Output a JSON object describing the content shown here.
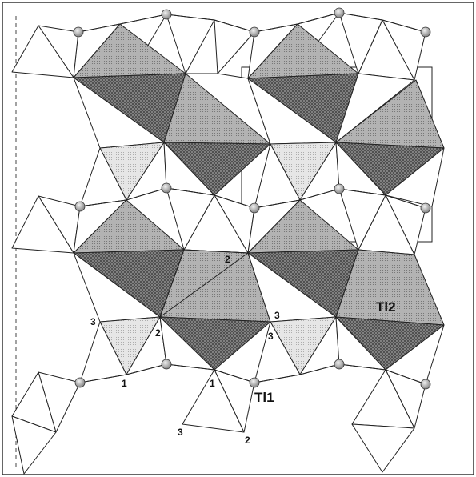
{
  "figure": {
    "labels": {
      "site_tl1": "Tl1",
      "site_tl2": "Tl2",
      "vertex_labels": [
        "1",
        "1",
        "2",
        "2",
        "2",
        "3",
        "3",
        "3",
        "3"
      ]
    },
    "colors": {
      "background": "#ffffff",
      "stroke": "#222222",
      "light_polyhedra": "#d9d9d9",
      "medium_polyhedra": "#a9a9a9",
      "dark_polyhedra": "#707070",
      "atom_fill": "#bdbdbd"
    }
  }
}
